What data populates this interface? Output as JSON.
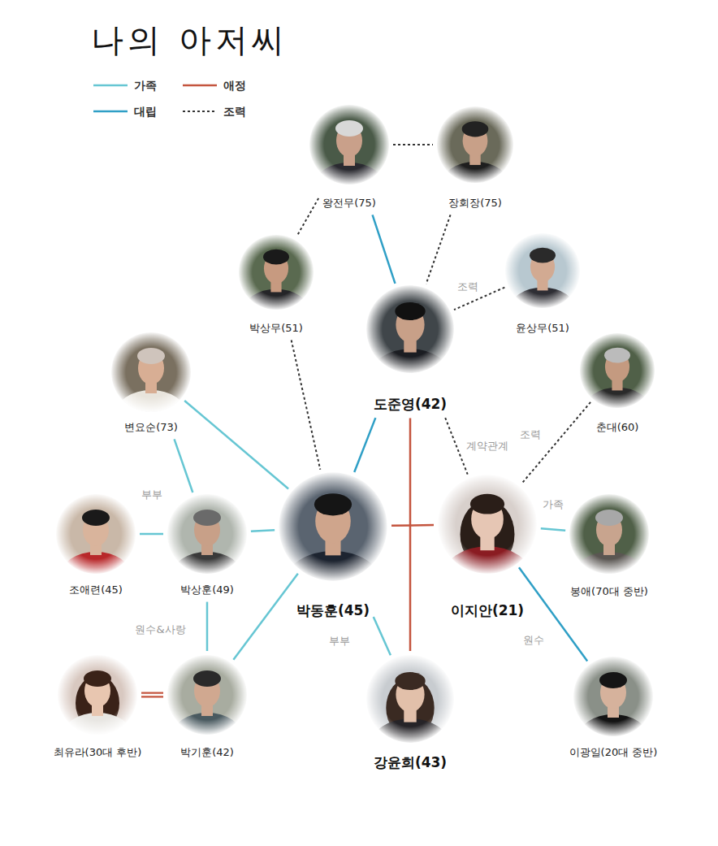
{
  "diagram": {
    "title": "나의 아저씨",
    "nodes": [
      {
        "text": [
          "왕전무(75)"
        ]
      },
      {
        "text": [
          "장회장(75)"
        ]
      },
      {
        "text": [
          "박상무(51)"
        ]
      },
      {
        "text": [
          "윤상무(51)"
        ]
      },
      {
        "text": [
          "도준영(42)"
        ]
      },
      {
        "text": [
          "변요순(73)"
        ]
      },
      {
        "text": [
          "춘대(60)"
        ]
      },
      {
        "text": [
          "조애련(45)"
        ]
      },
      {
        "text": [
          "박상훈(49)"
        ]
      },
      {
        "text": [
          "박동훈(45)"
        ]
      },
      {
        "text": [
          "이지안(21)"
        ]
      },
      {
        "text": [
          "봉애(70대 중반)"
        ]
      },
      {
        "text": [
          "최유라(30대 후반)"
        ]
      },
      {
        "text": [
          "박기훈(42)"
        ]
      },
      {
        "text": [
          "강윤희(43)"
        ]
      },
      {
        "text": [
          "이광일(20대 중반)"
        ]
      }
    ],
    "edges": [
      {
        "from": 0,
        "to": 1,
        "arrow": "none"
      },
      {
        "from": 0,
        "to": 2,
        "arrow": "none"
      },
      {
        "from": 0,
        "to": 4,
        "arrow": "none"
      },
      {
        "from": 1,
        "to": 4,
        "arrow": "none"
      },
      {
        "from": 3,
        "to": 4,
        "arrow": "none",
        "label": "조력"
      },
      {
        "from": 2,
        "to": 9,
        "arrow": "none"
      },
      {
        "from": 4,
        "to": 9,
        "arrow": "none"
      },
      {
        "from": 4,
        "to": 10,
        "arrow": "none",
        "label": "계약관계"
      },
      {
        "from": 6,
        "to": 10,
        "arrow": "none",
        "label": "조력"
      },
      {
        "from": 5,
        "to": 9,
        "arrow": "none"
      },
      {
        "from": 5,
        "to": 8,
        "arrow": "none"
      },
      {
        "from": 7,
        "to": 8,
        "arrow": "none",
        "label": "부부"
      },
      {
        "from": 8,
        "to": 9,
        "arrow": "none"
      },
      {
        "from": 9,
        "to": 10,
        "arrow": "none"
      },
      {
        "from": 4,
        "to": 14,
        "arrow": "none"
      },
      {
        "from": 10,
        "to": 11,
        "arrow": "none",
        "label": "가족"
      },
      {
        "from": 8,
        "to": 13,
        "arrow": "none"
      },
      {
        "from": 13,
        "to": 9,
        "arrow": "none"
      },
      {
        "from": 12,
        "to": 13,
        "arrow": "none",
        "label": "원수&사랑"
      },
      {
        "from": 9,
        "to": 14,
        "arrow": "none",
        "label": "부부"
      },
      {
        "from": 10,
        "to": 15,
        "arrow": "none",
        "label": "원수"
      }
    ],
    "legend": [
      {
        "text": "가족"
      },
      {
        "text": "애정"
      },
      {
        "text": "대립"
      },
      {
        "text": "조력"
      }
    ]
  }
}
